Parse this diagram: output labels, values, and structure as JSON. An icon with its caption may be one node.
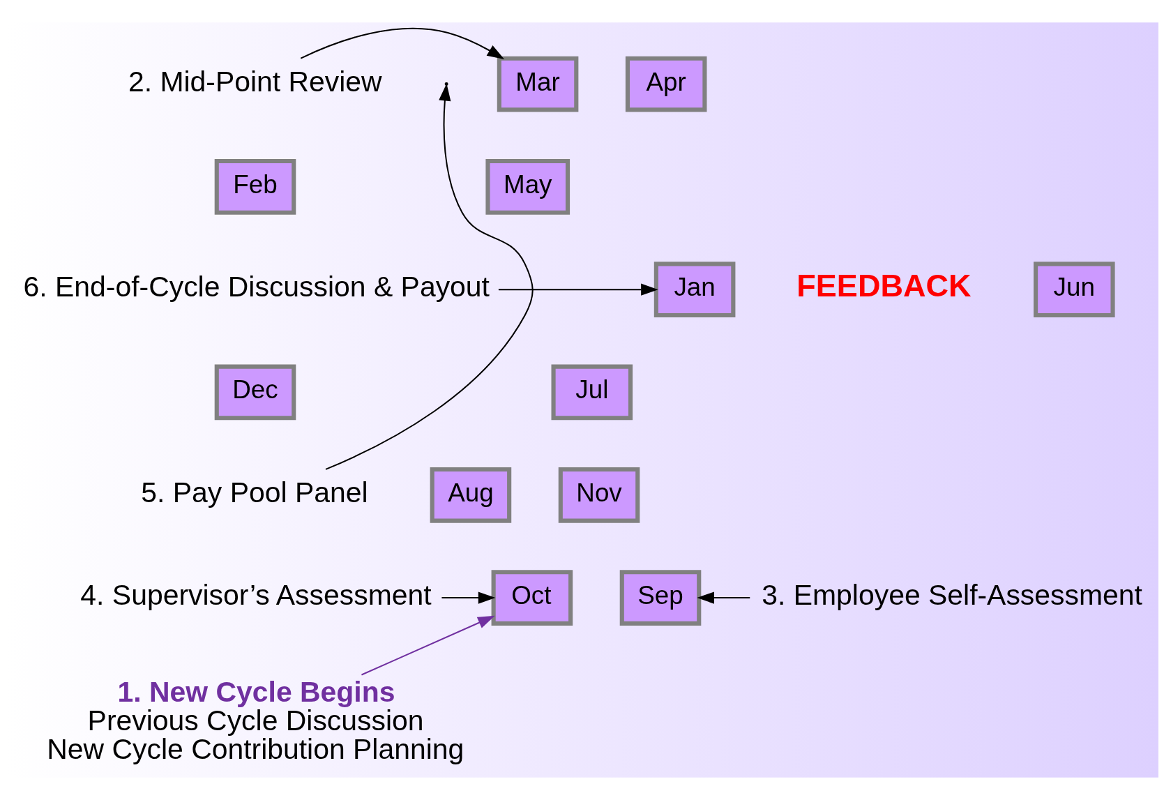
{
  "diagram": {
    "nodes": [
      {
        "text": [
          "2. Mid-Point Review"
        ]
      },
      {
        "text": [
          "Mar"
        ]
      },
      {
        "text": [
          "Apr"
        ]
      },
      {
        "text": [
          "Feb"
        ]
      },
      {
        "text": [
          "May"
        ]
      },
      {
        "text": [
          "6. End-of-Cycle Discussion & Payout"
        ]
      },
      {
        "text": [
          "Jan"
        ]
      },
      {
        "text": [
          "FEEDBACK"
        ]
      },
      {
        "text": [
          "Jun"
        ]
      },
      {
        "text": [
          "Jul"
        ]
      },
      {
        "text": [
          "Dec"
        ]
      },
      {
        "text": [
          "Aug"
        ]
      },
      {
        "text": [
          "5. Pay Pool Panel"
        ]
      },
      {
        "text": [
          "Nov"
        ]
      },
      {
        "text": [
          "Oct"
        ]
      },
      {
        "text": [
          "Sep"
        ]
      },
      {
        "text": [
          "4. Supervisor’s Assessment"
        ]
      },
      {
        "text": [
          "3. Employee Self-Assessment"
        ]
      },
      {
        "text": [
          "1. New Cycle Begins",
          "Previous Cycle Discussion",
          "New Cycle Contribution Planning"
        ]
      }
    ],
    "edges": [
      {
        "from": 0,
        "to": 1,
        "arrow": "to"
      },
      {
        "from": 5,
        "to": 6,
        "arrow": "to"
      },
      {
        "from": 12,
        "to": null,
        "arrow": "to"
      },
      {
        "from": 17,
        "to": 15,
        "arrow": "to"
      },
      {
        "from": 16,
        "to": 14,
        "arrow": "to"
      },
      {
        "from": 18,
        "to": 14,
        "arrow": "to",
        "color": "#7030a0"
      }
    ]
  }
}
